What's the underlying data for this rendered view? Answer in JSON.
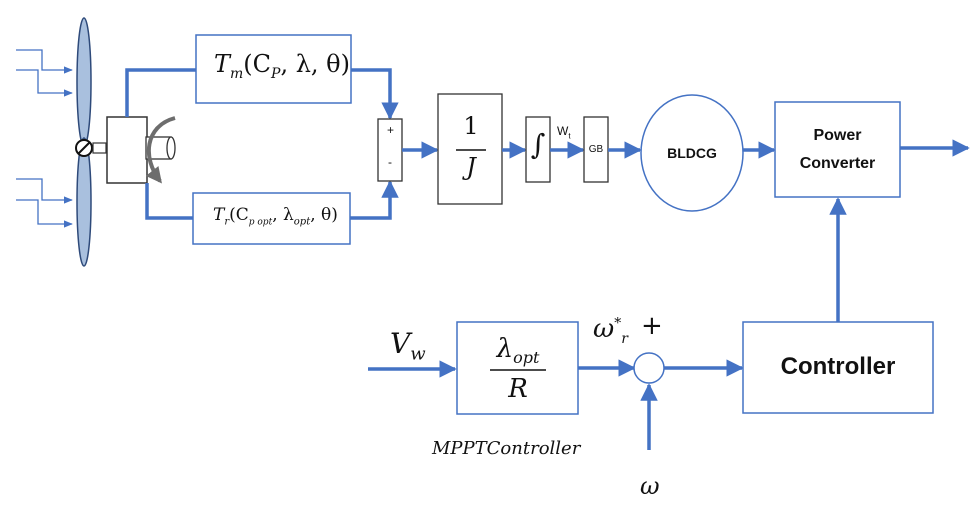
{
  "colors": {
    "line": "#4472c4",
    "box": "#4472c4",
    "blade": "#a9c0de",
    "blade_edge": "#2e4a7a",
    "text": "#111111",
    "rotation_arrow": "#6d6d6d"
  },
  "icons": {
    "turbine": "wind-turbine-icon",
    "shaft": "shaft-cylinder-icon",
    "rotation": "rotation-arrow-icon"
  },
  "blocks": {
    "tm": {
      "symbol": "T",
      "sub": "m",
      "args": "(C",
      "args_sub": "P",
      "args_tail": ", λ, θ)"
    },
    "tr": {
      "symbol": "T",
      "sub": "r",
      "args": "(C",
      "args_sub": "p opt",
      "args_mid": ", λ",
      "args_sub2": "opt",
      "args_tail": ", θ)"
    },
    "sum1": {
      "plus": "+",
      "minus": "-"
    },
    "inertia": {
      "numerator": "1",
      "denominator": "J"
    },
    "integrator": {
      "symbol": "∫"
    },
    "wt_label": {
      "text": "W",
      "sub": "t"
    },
    "gearbox": {
      "label": "GB"
    },
    "generator": {
      "label": "BLDCG"
    },
    "power_converter": {
      "line1": "Power",
      "line2": "Converter"
    },
    "mppt": {
      "numerator": "λ",
      "num_sub": "opt",
      "denominator": "R",
      "caption": "MPPTController"
    },
    "vw": {
      "symbol": "V",
      "sub": "w"
    },
    "omega_ref": {
      "symbol": "ω",
      "sup": "*",
      "sub": "r"
    },
    "sum2": {
      "plus": "+"
    },
    "omega": {
      "symbol": "ω"
    },
    "controller": {
      "label": "Controller"
    }
  }
}
